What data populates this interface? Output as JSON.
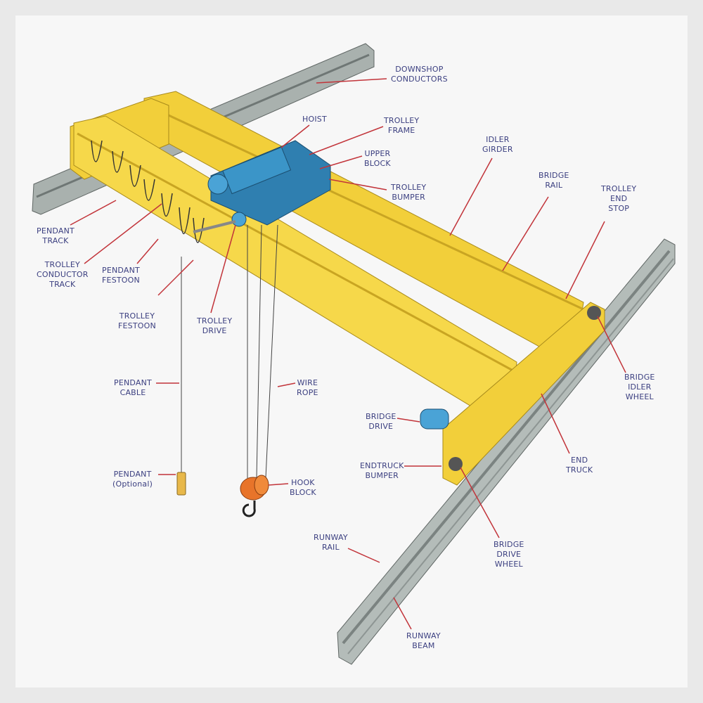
{
  "diagram": {
    "colors": {
      "girder": "#f2cf3a",
      "girder_dark": "#c9a522",
      "rail": "#a9b1ae",
      "hoist": "#2f7fb0",
      "hook": "#e8742a",
      "arrow": "#c2343a",
      "text": "#3b3f80"
    },
    "labels": {
      "downshop_conductors": "DOWNSHOP\nCONDUCTORS",
      "hoist": "HOIST",
      "trolley_frame": "TROLLEY\nFRAME",
      "upper_block": "UPPER\nBLOCK",
      "trolley_bumper": "TROLLEY\nBUMPER",
      "idler_girder": "IDLER\nGIRDER",
      "bridge_rail": "BRIDGE\nRAIL",
      "trolley_end_stop": "TROLLEY\nEND\nSTOP",
      "pendant_track": "PENDANT\nTRACK",
      "trolley_conductor_track": "TROLLEY\nCONDUCTOR\nTRACK",
      "pendant_festoon": "PENDANT\nFESTOON",
      "trolley_festoon": "TROLLEY\nFESTOON",
      "trolley_drive": "TROLLEY\nDRIVE",
      "pendant_cable": "PENDANT\nCABLE",
      "wire_rope": "WIRE\nROPE",
      "pendant": "PENDANT\n(Optional)",
      "hook_block": "HOOK\nBLOCK",
      "bridge_drive": "BRIDGE\nDRIVE",
      "endtruck_bumper": "ENDTRUCK\nBUMPER",
      "bridge_idler_wheel": "BRIDGE\nIDLER\nWHEEL",
      "end_truck": "END\nTRUCK",
      "runway_rail": "RUNWAY\nRAIL",
      "bridge_drive_wheel": "BRIDGE\nDRIVE\nWHEEL",
      "runway_beam": "RUNWAY\nBEAM"
    }
  }
}
